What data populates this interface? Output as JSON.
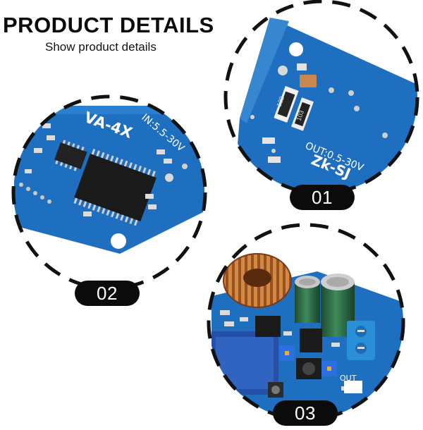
{
  "header": {
    "title": "PRODUCT DETAILS",
    "subtitle": "Show product details"
  },
  "details": [
    {
      "number": "01",
      "pcb_text": [
        "OUT:0.5-30V",
        "Zk-SJ",
        "122",
        "103"
      ]
    },
    {
      "number": "02",
      "pcb_text": [
        "VA-4X",
        "IN:5.5-30V"
      ]
    },
    {
      "number": "03",
      "pcb_text": [
        "OUT"
      ]
    }
  ],
  "colors": {
    "pcb_blue": "#1f6fc0",
    "pcb_dark": "#0f4f9a",
    "label_bg": "#0b0b0b",
    "label_text": "#ffffff",
    "dashed_ring": "#111111",
    "copper": "#b8682a",
    "capacitor": "#2e6b46",
    "terminal": "#2a8fd6"
  }
}
